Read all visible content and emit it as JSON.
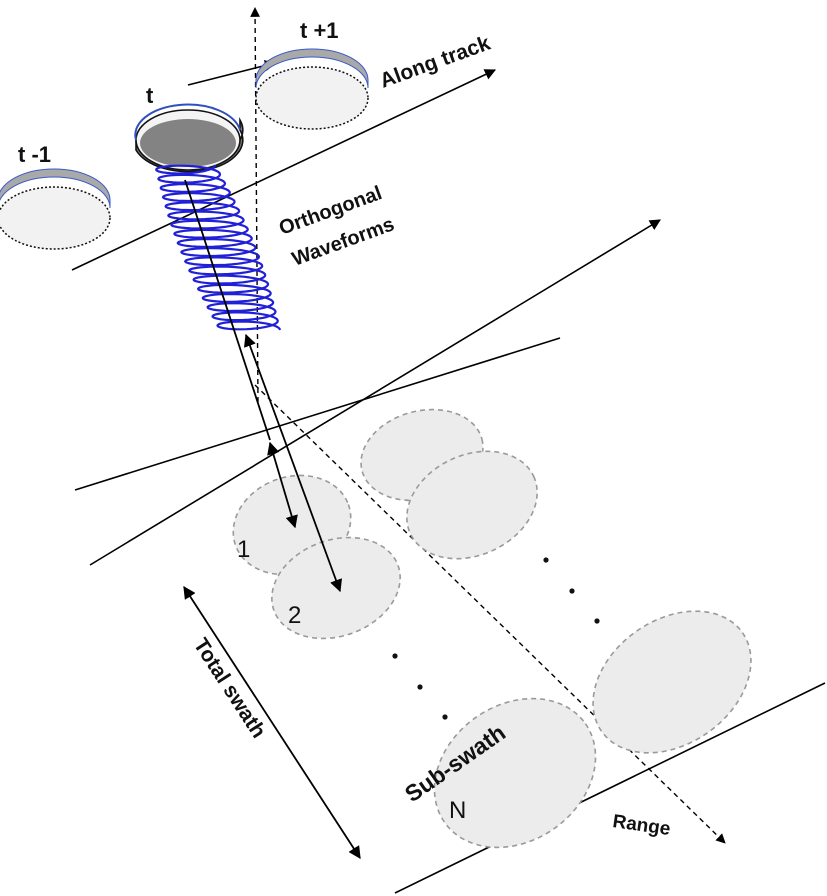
{
  "labels": {
    "t_minus_1": "t -1",
    "t": "t",
    "t_plus_1": "t +1",
    "along_track": "Along track",
    "orthogonal": "Orthogonal",
    "waveforms": "Waveforms",
    "total_swath": "Total swath",
    "sub_swath": "Sub-swath",
    "range": "Range",
    "footprint_1": "1",
    "footprint_2": "2",
    "footprint_n": "N"
  },
  "colors": {
    "waveform": "#2020d8",
    "footprint_fill": "#ececec",
    "footprint_stroke": "#9a9a9a",
    "antenna_rim": "#3050c0"
  }
}
